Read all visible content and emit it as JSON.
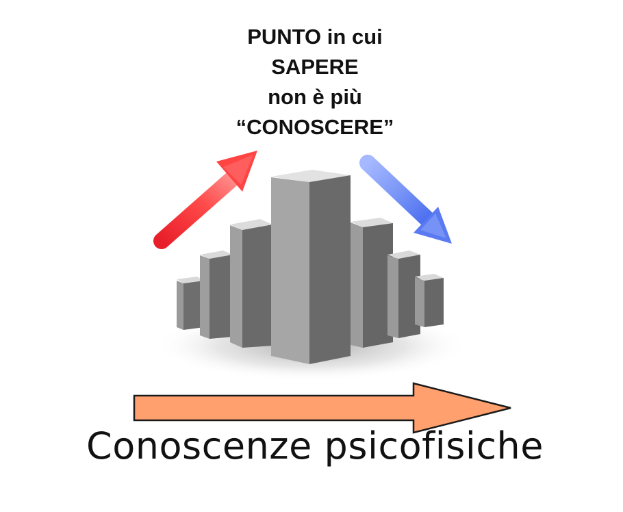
{
  "heading": {
    "line1": "PUNTO in cui",
    "line2": "SAPERE",
    "line3": "non è più",
    "line4": "“CONOSCERE”"
  },
  "footer": {
    "label": "Conoscenze psicofisiche"
  },
  "colors": {
    "rising_arrow": "#ff3b3b",
    "falling_arrow": "#6f8ff5",
    "bottom_arrow": "#ffa06e",
    "bars": "#8c8c8c"
  },
  "icons": {
    "rising": "arrow-up-right-icon",
    "falling": "arrow-down-right-icon",
    "axis": "arrow-right-icon"
  }
}
